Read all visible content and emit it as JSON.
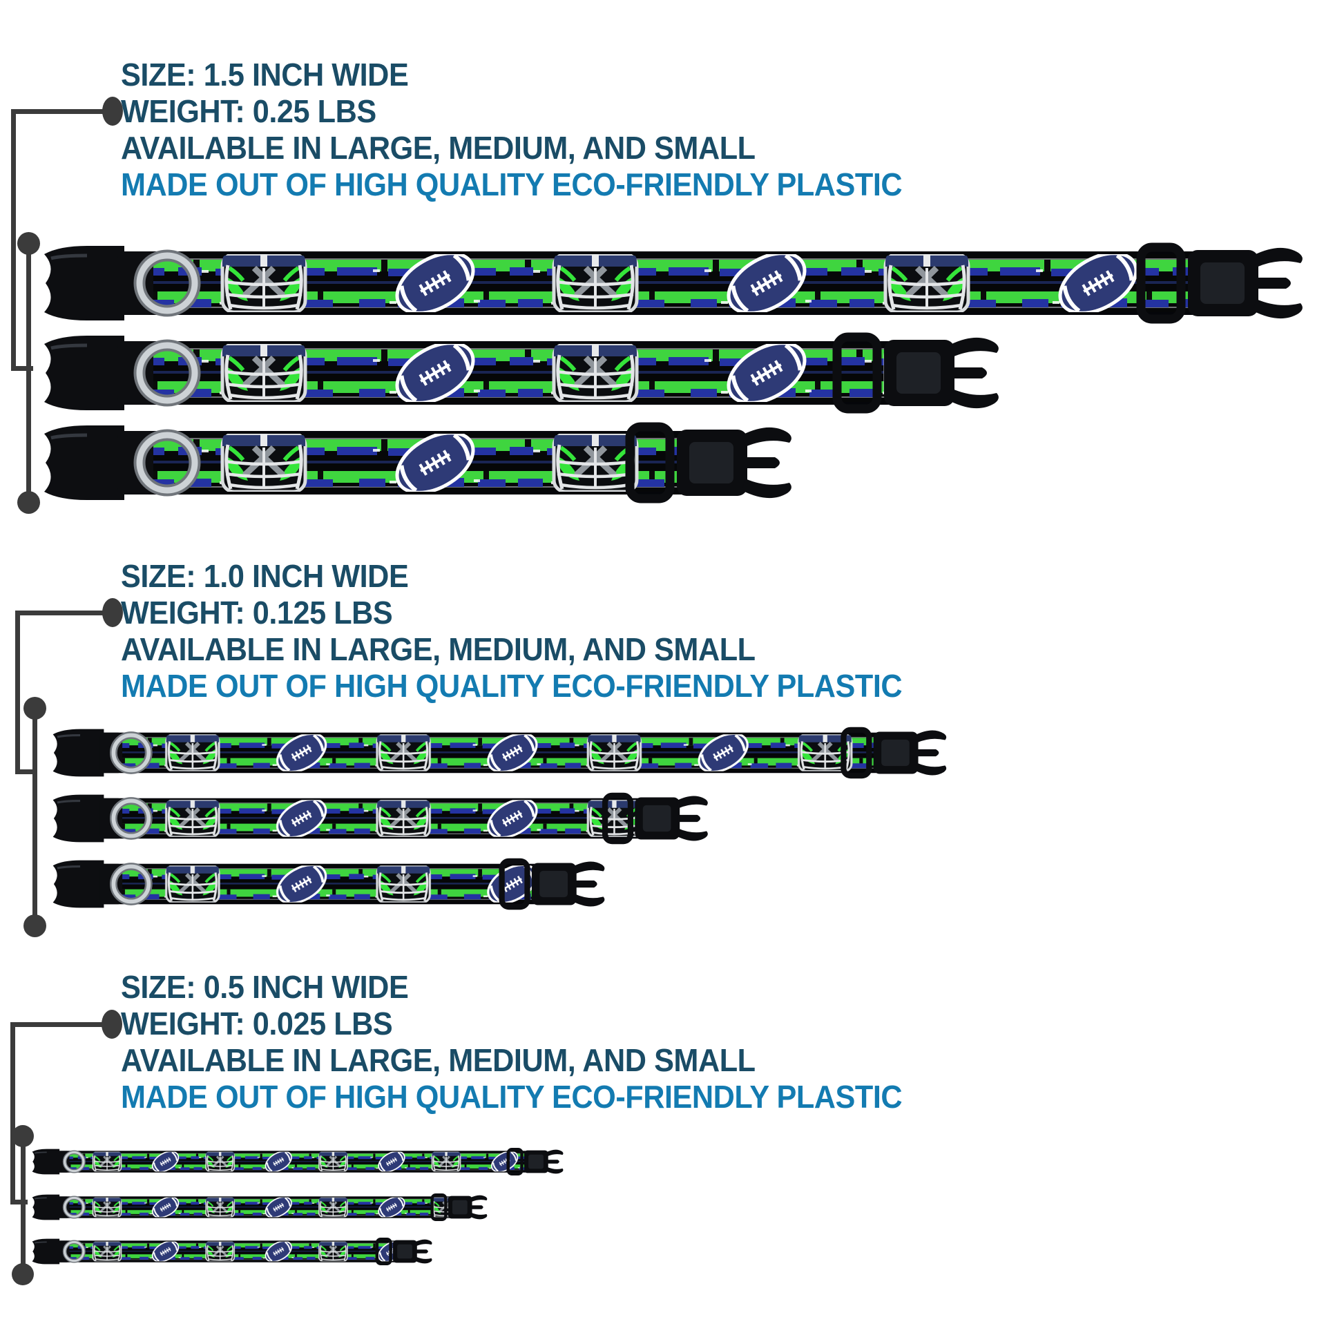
{
  "product_infographic": {
    "groups": [
      {
        "size_label": "SIZE: 1.5 INCH WIDE",
        "weight_label": "WEIGHT: 0.25 LBS",
        "availability_label": "AVAILABLE IN LARGE, MEDIUM, AND SMALL",
        "material_label": "MADE OUT OF HIGH QUALITY ECO-FRIENDLY PLASTIC"
      },
      {
        "size_label": "SIZE: 1.0 INCH WIDE",
        "weight_label": "WEIGHT: 0.125 LBS",
        "availability_label": "AVAILABLE IN LARGE, MEDIUM, AND SMALL",
        "material_label": "MADE OUT OF HIGH QUALITY ECO-FRIENDLY PLASTIC"
      },
      {
        "size_label": "SIZE: 0.5 INCH WIDE",
        "weight_label": "WEIGHT: 0.025 LBS",
        "availability_label": "AVAILABLE IN LARGE, MEDIUM, AND SMALL",
        "material_label": "MADE OUT OF HIGH QUALITY ECO-FRIENDLY PLASTIC"
      }
    ],
    "colors": {
      "text_dark": "#1a4c66",
      "text_accent": "#137bb1",
      "connector_gray": "#3b3b3b",
      "webbing_black": "#060708",
      "webbing_green": "#3fd53f",
      "webbing_navy": "#2433a2",
      "football_navy": "#2e3a76",
      "helmet_navy": "#2b3a6e",
      "helmet_glow_green": "#35e53a",
      "facemask_silver": "#d9dcde",
      "buckle_black": "#0d0e11",
      "d_ring_silver": "#cdd2d6",
      "background": "#ffffff"
    },
    "icons": {
      "football": "football-icon",
      "helmet": "football-helmet-icon",
      "d_ring": "d-ring-icon",
      "buckle_female": "buckle-female-icon",
      "buckle_male": "buckle-male-icon",
      "slider": "triglide-slider-icon",
      "connector_dot": "connector-dot"
    }
  }
}
